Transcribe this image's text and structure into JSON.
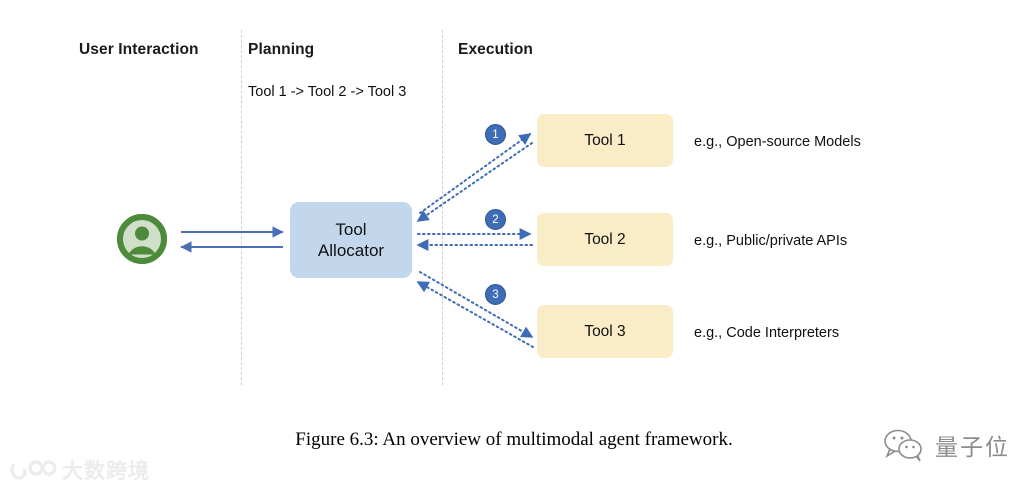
{
  "figure": {
    "caption": "Figure 6.3: An overview of multimodal agent framework."
  },
  "columns": {
    "user_interaction": "User Interaction",
    "planning": "Planning",
    "execution": "Execution"
  },
  "planning": {
    "sequence": "Tool 1 -> Tool 2 -> Tool 3"
  },
  "user": {
    "icon": "user-avatar-icon",
    "color": "#4e8a3c"
  },
  "allocator": {
    "line1": "Tool",
    "line2": "Allocator",
    "color": "#c3d7ec"
  },
  "tools": [
    {
      "name": "Tool 1",
      "description": "e.g., Open-source Models",
      "step": "1"
    },
    {
      "name": "Tool 2",
      "description": "e.g., Public/private APIs",
      "step": "2"
    },
    {
      "name": "Tool 3",
      "description": "e.g., Code Interpreters",
      "step": "3"
    }
  ],
  "colors": {
    "tool_box": "#faecc6",
    "allocator_box": "#c3d7ec",
    "arrow_solid": "#4a6fb5",
    "arrow_dotted": "#3e6db5",
    "badge": "#3e6db5",
    "divider": "#cfcfcf"
  },
  "watermarks": {
    "left_text": "大数跨境",
    "left_logo": "bigdata-logo-icon",
    "right_text": "量子位",
    "right_logo": "wechat-bubble-icon"
  }
}
